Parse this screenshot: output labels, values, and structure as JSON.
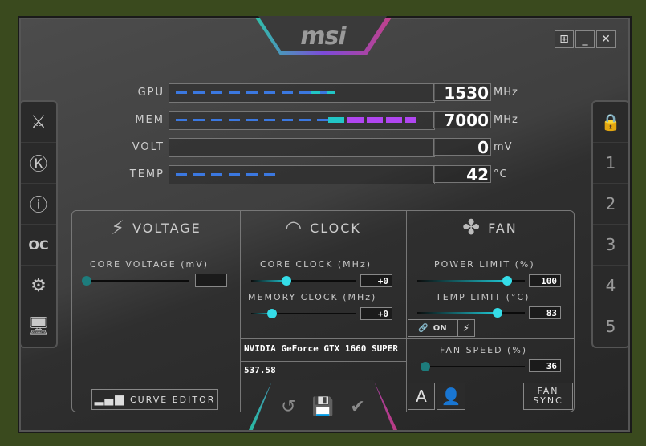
{
  "app": {
    "logo": "msi"
  },
  "window_buttons": [
    {
      "name": "windows-logo-button",
      "glyph": "⊞"
    },
    {
      "name": "minimize-button",
      "glyph": "_"
    },
    {
      "name": "close-button",
      "glyph": "✕"
    }
  ],
  "left_sidebar": [
    {
      "name": "msi-dragon-icon",
      "glyph": "⚔"
    },
    {
      "name": "kombustor-icon",
      "glyph": "Ⓚ"
    },
    {
      "name": "info-icon",
      "glyph": "ⓘ"
    },
    {
      "name": "oc-scanner-icon",
      "glyph": "OC"
    },
    {
      "name": "settings-gear-icon",
      "glyph": "⚙"
    },
    {
      "name": "monitoring-icon",
      "glyph": "🖥"
    }
  ],
  "right_sidebar": [
    {
      "name": "lock-icon",
      "glyph": "🔒"
    },
    {
      "name": "profile-1",
      "glyph": "1"
    },
    {
      "name": "profile-2",
      "glyph": "2"
    },
    {
      "name": "profile-3",
      "glyph": "3"
    },
    {
      "name": "profile-4",
      "glyph": "4"
    },
    {
      "name": "profile-5",
      "glyph": "5"
    }
  ],
  "metrics": [
    {
      "label": "GPU",
      "value": "1530",
      "unit": "MHz"
    },
    {
      "label": "MEM",
      "value": "7000",
      "unit": "MHz"
    },
    {
      "label": "VOLT",
      "value": "0",
      "unit": "mV"
    },
    {
      "label": "TEMP",
      "value": "42",
      "unit": "°C"
    }
  ],
  "voltage": {
    "title": "VOLTAGE",
    "core_voltage_label": "CORE VOLTAGE  (mV)",
    "core_voltage_value": "",
    "curve_editor_label": "CURVE EDITOR"
  },
  "clock": {
    "title": "CLOCK",
    "core_clock_label": "CORE CLOCK (MHz)",
    "core_clock_value": "+0",
    "memory_clock_label": "MEMORY CLOCK (MHz)",
    "memory_clock_value": "+0",
    "gpu_name": "NVIDIA GeForce GTX 1660 SUPER",
    "driver_version": "537.58"
  },
  "fan": {
    "title": "FAN",
    "power_limit_label": "POWER LIMIT (%)",
    "power_limit_value": "100",
    "temp_limit_label": "TEMP LIMIT (°C)",
    "temp_limit_value": "83",
    "link_toggle_label": "ON",
    "fan_speed_label": "FAN SPEED (%)",
    "fan_speed_value": "36",
    "fan_sync_label_1": "FAN",
    "fan_sync_label_2": "SYNC",
    "auto_label": "A"
  },
  "bottom_actions": [
    {
      "name": "reset-icon",
      "glyph": "↺"
    },
    {
      "name": "save-icon",
      "glyph": "💾"
    },
    {
      "name": "apply-icon",
      "glyph": "✔"
    }
  ],
  "colors": {
    "accent_cyan": "#35dde8",
    "accent_purple": "#b046f0",
    "accent_blue": "#3b78e0"
  }
}
